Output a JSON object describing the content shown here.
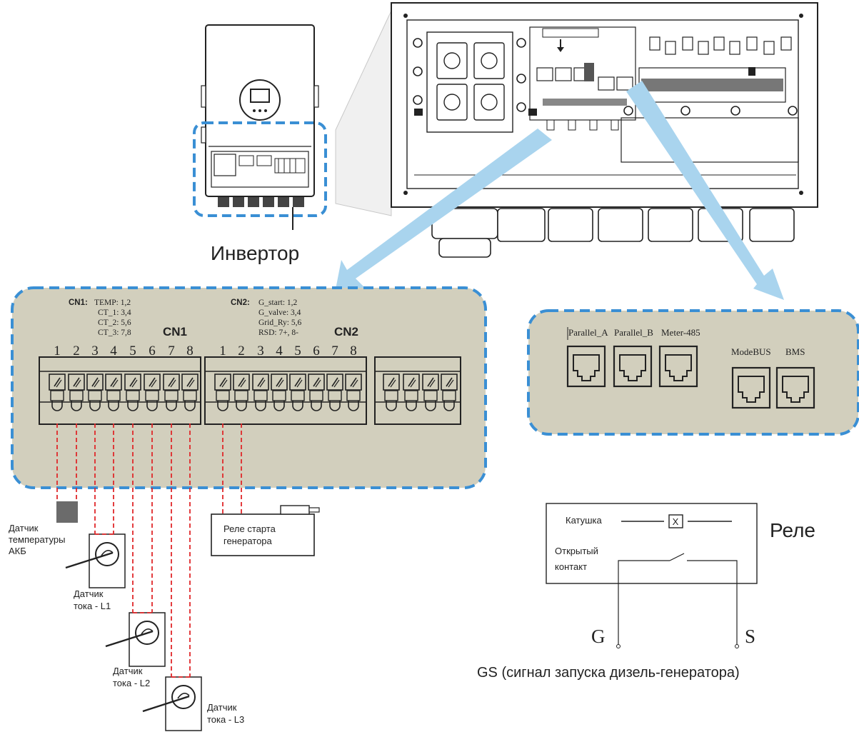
{
  "inverter": {
    "label": "Инвертор"
  },
  "cn1": {
    "title": "CN1",
    "legend_head": "CN1:",
    "legend": [
      "TEMP: 1,2",
      "CT_1: 3,4",
      "CT_2: 5,6",
      "CT_3: 7,8"
    ],
    "pins": [
      "1",
      "2",
      "3",
      "4",
      "5",
      "6",
      "7",
      "8"
    ]
  },
  "cn2": {
    "title": "CN2",
    "legend_head": "CN2:",
    "legend": [
      "G_start: 1,2",
      "G_valve: 3,4",
      "Grid_Ry: 5,6",
      "RSD: 7+, 8-"
    ],
    "pins": [
      "1",
      "2",
      "3",
      "4",
      "5",
      "6",
      "7",
      "8"
    ]
  },
  "ports": [
    "Parallel_A",
    "Parallel_B",
    "Meter-485",
    "ModeBUS",
    "BMS"
  ],
  "sensors": {
    "temp": [
      "Датчик",
      "температуры",
      "АКБ"
    ],
    "ct1": [
      "Датчик",
      "тока - L1"
    ],
    "ct2": [
      "Датчик",
      "тока - L2"
    ],
    "ct3": [
      "Датчик",
      "тока - L3"
    ]
  },
  "gen_relay": [
    "Реле старта",
    "генератора"
  ],
  "relay": {
    "title": "Реле",
    "coil": "Катушка",
    "coil_symbol": "X",
    "open_contact": [
      "Открытый",
      "контакт"
    ],
    "g": "G",
    "s": "S",
    "caption": "GS (сигнал запуска дизель-генератора)"
  },
  "colors": {
    "panel_fill": "#d2cfbd",
    "panel_border": "#3a8fd4",
    "arrow": "#a9d4ee",
    "wire_red": "#e0272a",
    "dark": "#222222"
  },
  "icons": [
    "inverter-icon",
    "inverter-board-icon",
    "arrow-icon",
    "rj45-icon",
    "terminal-icon",
    "current-transformer-icon",
    "temperature-sensor-icon",
    "relay-icon"
  ]
}
